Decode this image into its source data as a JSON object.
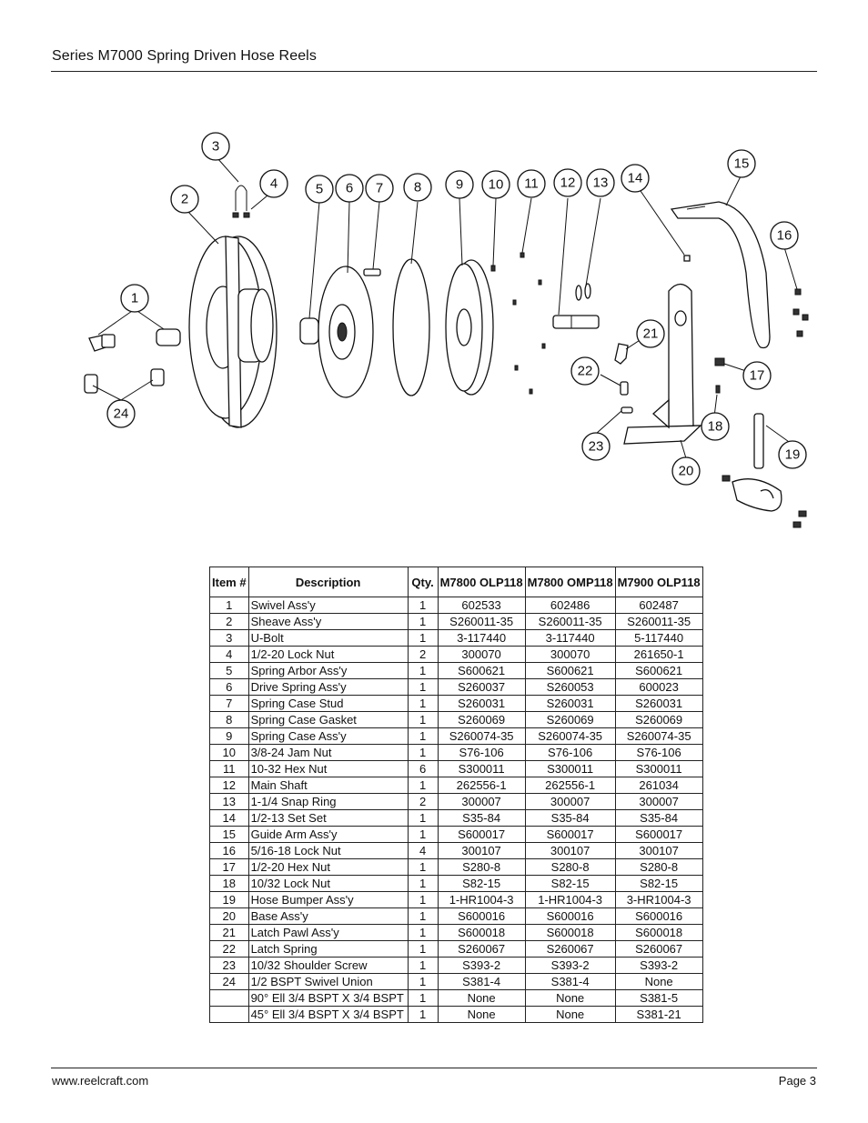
{
  "header": {
    "title": "Series M7000 Spring Driven Hose Reels"
  },
  "diagram": {
    "callouts": [
      "1",
      "2",
      "3",
      "4",
      "5",
      "6",
      "7",
      "8",
      "9",
      "10",
      "11",
      "12",
      "13",
      "14",
      "15",
      "16",
      "17",
      "18",
      "19",
      "20",
      "21",
      "22",
      "23",
      "24"
    ]
  },
  "table": {
    "headers": {
      "item": "Item #",
      "description": "Description",
      "qty": "Qty.",
      "model1": "M7800 OLP118",
      "model2": "M7800 OMP118",
      "model3": "M7900 OLP118"
    },
    "rows": [
      {
        "item": "1",
        "desc": "Swivel Ass'y",
        "qty": "1",
        "m1": "602533",
        "m2": "602486",
        "m3": "602487"
      },
      {
        "item": "2",
        "desc": "Sheave Ass'y",
        "qty": "1",
        "m1": "S260011-35",
        "m2": "S260011-35",
        "m3": "S260011-35"
      },
      {
        "item": "3",
        "desc": "U-Bolt",
        "qty": "1",
        "m1": "3-117440",
        "m2": "3-117440",
        "m3": "5-117440"
      },
      {
        "item": "4",
        "desc": "1/2-20 Lock Nut",
        "qty": "2",
        "m1": "300070",
        "m2": "300070",
        "m3": "261650-1"
      },
      {
        "item": "5",
        "desc": "Spring Arbor Ass'y",
        "qty": "1",
        "m1": "S600621",
        "m2": "S600621",
        "m3": "S600621"
      },
      {
        "item": "6",
        "desc": "Drive Spring Ass'y",
        "qty": "1",
        "m1": "S260037",
        "m2": "S260053",
        "m3": "600023"
      },
      {
        "item": "7",
        "desc": "Spring Case Stud",
        "qty": "1",
        "m1": "S260031",
        "m2": "S260031",
        "m3": "S260031"
      },
      {
        "item": "8",
        "desc": "Spring Case Gasket",
        "qty": "1",
        "m1": "S260069",
        "m2": "S260069",
        "m3": "S260069"
      },
      {
        "item": "9",
        "desc": "Spring Case Ass'y",
        "qty": "1",
        "m1": "S260074-35",
        "m2": "S260074-35",
        "m3": "S260074-35"
      },
      {
        "item": "10",
        "desc": "3/8-24 Jam Nut",
        "qty": "1",
        "m1": "S76-106",
        "m2": "S76-106",
        "m3": "S76-106"
      },
      {
        "item": "11",
        "desc": "10-32 Hex Nut",
        "qty": "6",
        "m1": "S300011",
        "m2": "S300011",
        "m3": "S300011"
      },
      {
        "item": "12",
        "desc": "Main Shaft",
        "qty": "1",
        "m1": "262556-1",
        "m2": "262556-1",
        "m3": "261034"
      },
      {
        "item": "13",
        "desc": "1-1/4 Snap Ring",
        "qty": "2",
        "m1": "300007",
        "m2": "300007",
        "m3": "300007"
      },
      {
        "item": "14",
        "desc": "1/2-13 Set Set",
        "qty": "1",
        "m1": "S35-84",
        "m2": "S35-84",
        "m3": "S35-84"
      },
      {
        "item": "15",
        "desc": "Guide Arm Ass'y",
        "qty": "1",
        "m1": "S600017",
        "m2": "S600017",
        "m3": "S600017"
      },
      {
        "item": "16",
        "desc": "5/16-18 Lock Nut",
        "qty": "4",
        "m1": "300107",
        "m2": "300107",
        "m3": "300107"
      },
      {
        "item": "17",
        "desc": "1/2-20 Hex Nut",
        "qty": "1",
        "m1": "S280-8",
        "m2": "S280-8",
        "m3": "S280-8"
      },
      {
        "item": "18",
        "desc": "10/32 Lock Nut",
        "qty": "1",
        "m1": "S82-15",
        "m2": "S82-15",
        "m3": "S82-15"
      },
      {
        "item": "19",
        "desc": "Hose Bumper Ass'y",
        "qty": "1",
        "m1": "1-HR1004-3",
        "m2": "1-HR1004-3",
        "m3": "3-HR1004-3"
      },
      {
        "item": "20",
        "desc": "Base Ass'y",
        "qty": "1",
        "m1": "S600016",
        "m2": "S600016",
        "m3": "S600016"
      },
      {
        "item": "21",
        "desc": "Latch Pawl Ass'y",
        "qty": "1",
        "m1": "S600018",
        "m2": "S600018",
        "m3": "S600018"
      },
      {
        "item": "22",
        "desc": "Latch Spring",
        "qty": "1",
        "m1": "S260067",
        "m2": "S260067",
        "m3": "S260067"
      },
      {
        "item": "23",
        "desc": "10/32 Shoulder Screw",
        "qty": "1",
        "m1": "S393-2",
        "m2": "S393-2",
        "m3": "S393-2"
      },
      {
        "item": "24",
        "desc": "1/2 BSPT Swivel Union",
        "qty": "1",
        "m1": "S381-4",
        "m2": "S381-4",
        "m3": "None"
      },
      {
        "item": "",
        "desc": "90° Ell 3/4 BSPT X 3/4 BSPT",
        "qty": "1",
        "m1": "None",
        "m2": "None",
        "m3": "S381-5"
      },
      {
        "item": "",
        "desc": "45° Ell 3/4 BSPT X 3/4 BSPT",
        "qty": "1",
        "m1": "None",
        "m2": "None",
        "m3": "S381-21"
      }
    ]
  },
  "footer": {
    "website": "www.reelcraft.com",
    "page": "Page 3"
  }
}
